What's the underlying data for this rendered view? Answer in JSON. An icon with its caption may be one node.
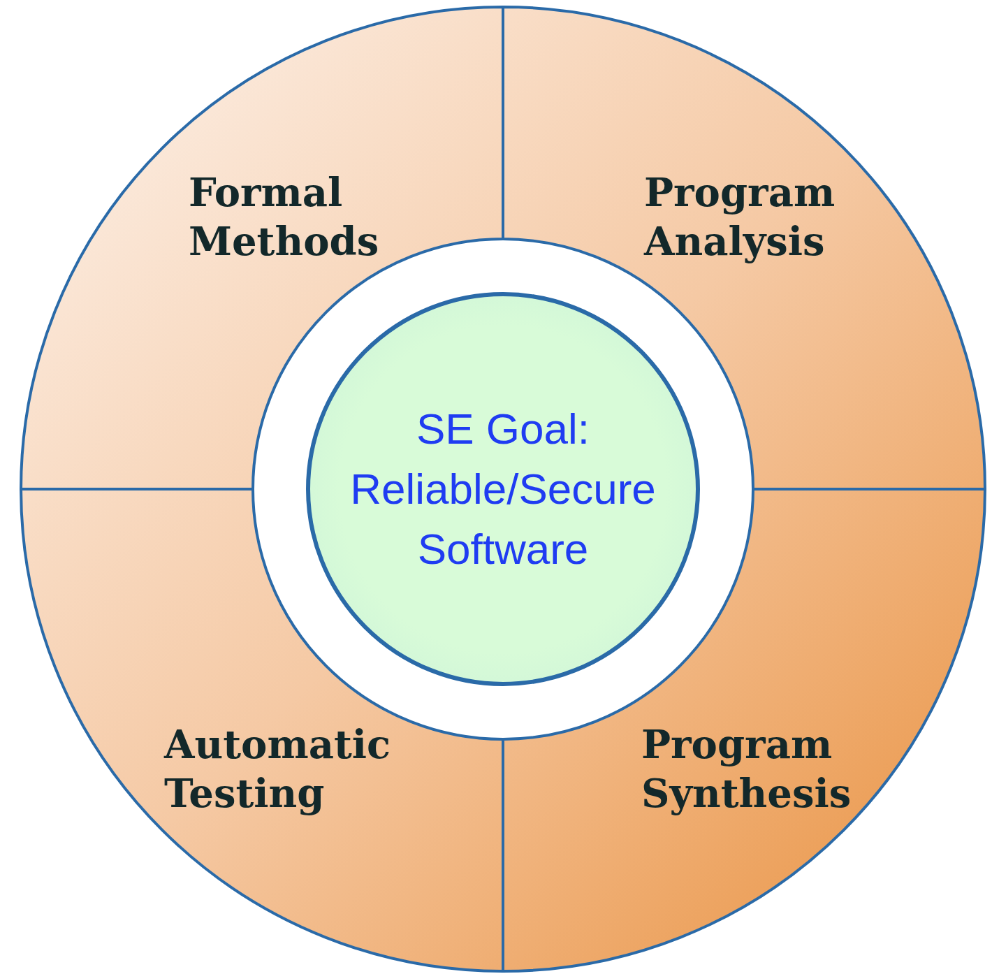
{
  "diagram": {
    "nodes": [
      {
        "text": [
          "Formal Methods"
        ]
      },
      {
        "text": [
          "Program Analysis"
        ]
      },
      {
        "text": [
          "SE Goal: Reliable/Secure Software"
        ]
      },
      {
        "text": [
          "Automatic Testing"
        ]
      },
      {
        "text": [
          "Program Synthesis"
        ]
      }
    ],
    "edges": []
  }
}
